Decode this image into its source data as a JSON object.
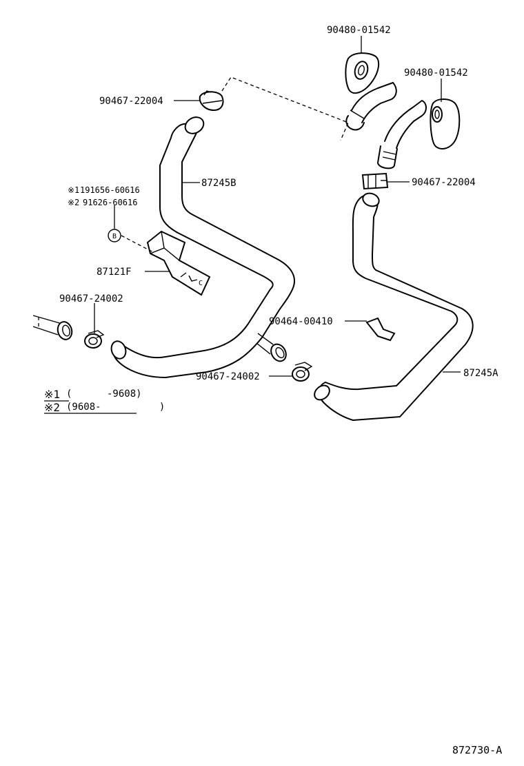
{
  "labels": {
    "grommet_top": "90480-01542",
    "grommet_right": "90480-01542",
    "clip_top_left": "90467-22004",
    "clip_right": "90467-22004",
    "hose_b": "87245B",
    "hose_a": "87245A",
    "alt_part_1": "191656-60616",
    "alt_part_2": "91626-60616",
    "alt_mark_1": "※1",
    "alt_mark_2": "※2",
    "ref_circle_b": "B",
    "clamp_bracket": "87121F",
    "bracket_c": "C",
    "clip_lower_left": "90467-24002",
    "clip_lower_mid": "90467-24002",
    "clip_small": "90464-00410"
  },
  "legend": {
    "row1_mark": "※1",
    "row1_range": "(      -9608)",
    "row2_mark": "※2",
    "row2_range": "(9608-          )"
  },
  "diagram_code": "872730-A"
}
